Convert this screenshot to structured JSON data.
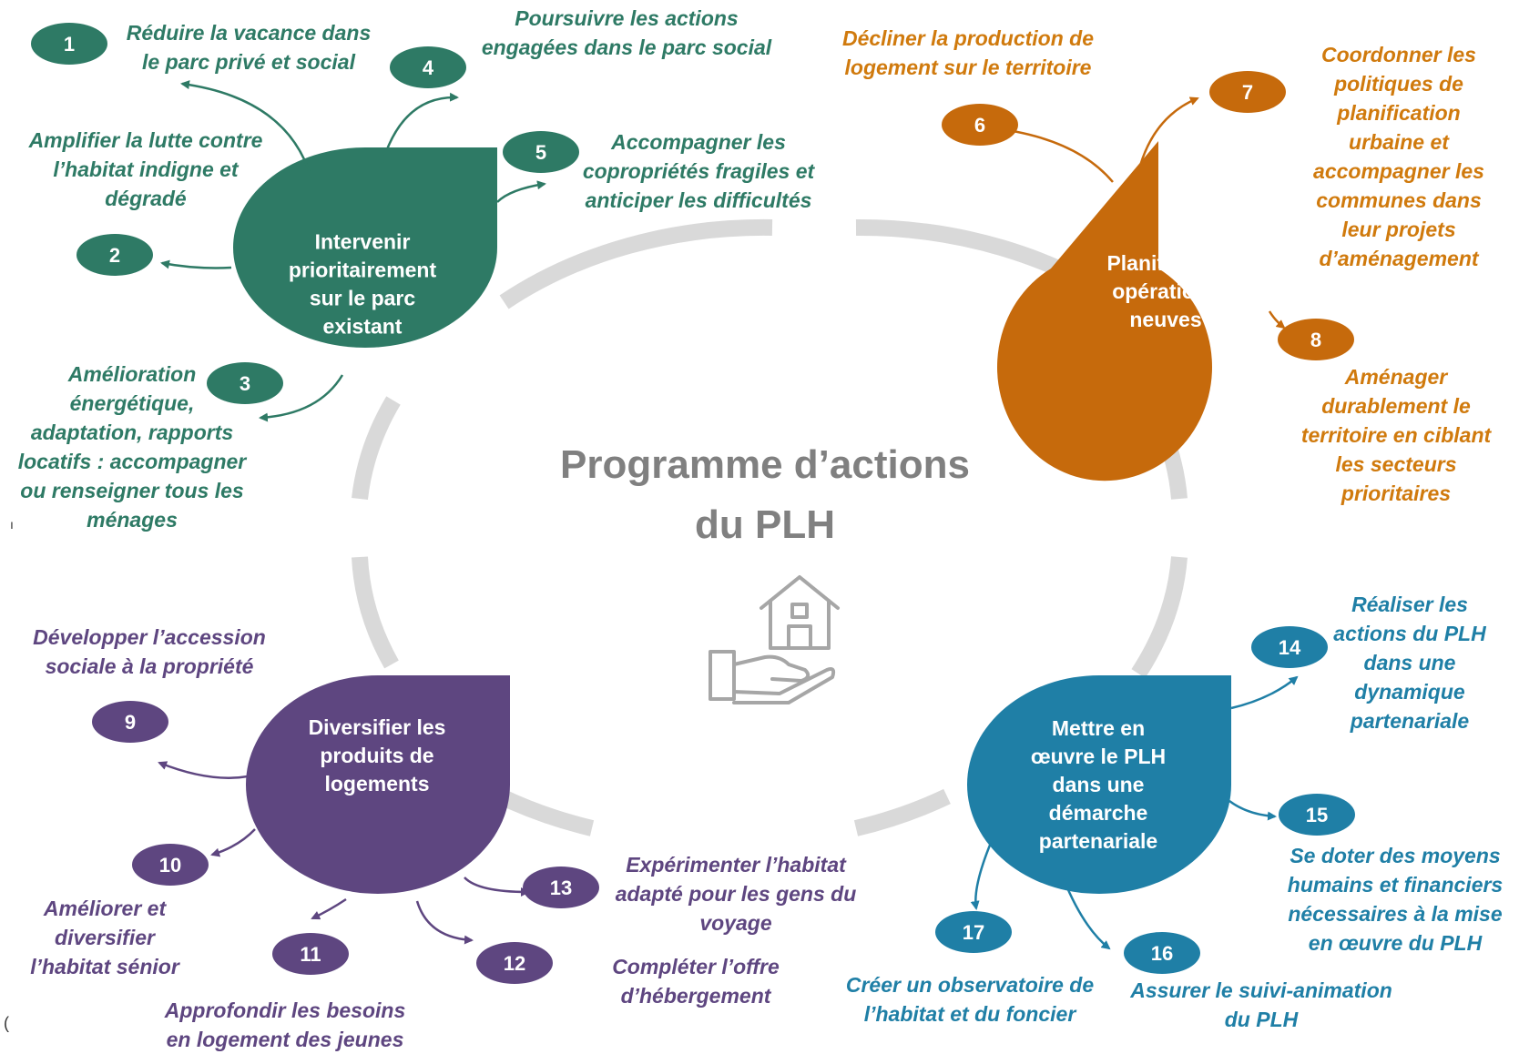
{
  "title": {
    "line1": "Programme d’actions",
    "line2": "du PLH"
  },
  "colors": {
    "green": "#2e7a65",
    "orange": "#c66a0c",
    "purple": "#5e4680",
    "blue": "#1f7fa6",
    "ring": "#d9d9d9",
    "title": "#808080"
  },
  "icon": "house-in-hand-icon",
  "themes": [
    {
      "id": "green",
      "color": "#2e7a65",
      "lines": [
        "Intervenir",
        "prioritairement",
        "sur le parc",
        "existant"
      ]
    },
    {
      "id": "orange",
      "color": "#c66a0c",
      "lines": [
        "Planifier les",
        "opérations",
        "neuves"
      ]
    },
    {
      "id": "purple",
      "color": "#5e4680",
      "lines": [
        "Diversifier les",
        "produits de",
        "logements"
      ]
    },
    {
      "id": "blue",
      "color": "#1f7fa6",
      "lines": [
        "Mettre en",
        "œuvre le PLH",
        "dans une",
        "démarche",
        "partenariale"
      ]
    }
  ],
  "actions": [
    {
      "num": "1",
      "text": [
        "Réduire la vacance dans",
        "le parc privé et social"
      ]
    },
    {
      "num": "2",
      "text": [
        "Amplifier la lutte contre",
        "l’habitat indigne et",
        "dégradé"
      ]
    },
    {
      "num": "3",
      "text": [
        "Amélioration",
        "énergétique,",
        "adaptation, rapports",
        "locatifs : accompagner",
        "ou renseigner tous les",
        "ménages"
      ]
    },
    {
      "num": "4",
      "text": [
        "Poursuivre les actions",
        "engagées dans le parc social"
      ]
    },
    {
      "num": "5",
      "text": [
        "Accompagner les",
        "copropriétés fragiles et",
        "anticiper les difficultés"
      ]
    },
    {
      "num": "6",
      "text": [
        "Décliner la production de",
        "logement sur le territoire"
      ]
    },
    {
      "num": "7",
      "text": [
        "Coordonner les",
        "politiques de",
        "planification",
        "urbaine et",
        "accompagner les",
        "communes dans",
        "leur projets",
        "d’aménagement"
      ]
    },
    {
      "num": "8",
      "text": [
        "Aménager",
        "durablement le",
        "territoire en ciblant",
        "les secteurs",
        "prioritaires"
      ]
    },
    {
      "num": "9",
      "text": [
        "Développer l’accession",
        "sociale à la propriété"
      ]
    },
    {
      "num": "10",
      "text": [
        "Améliorer et",
        "diversifier",
        "l’habitat sénior"
      ]
    },
    {
      "num": "11",
      "text": [
        "Approfondir les besoins",
        "en logement des jeunes"
      ]
    },
    {
      "num": "12",
      "text": [
        "Compléter l’offre",
        "d’hébergement"
      ]
    },
    {
      "num": "13",
      "text": [
        "Expérimenter l’habitat",
        "adapté pour les gens du",
        "voyage"
      ]
    },
    {
      "num": "14",
      "text": [
        "Réaliser les",
        "actions du PLH",
        "dans une",
        "dynamique",
        "partenariale"
      ]
    },
    {
      "num": "15",
      "text": [
        "Se doter des moyens",
        "humains et financiers",
        "nécessaires à la mise",
        "en œuvre du PLH"
      ]
    },
    {
      "num": "16",
      "text": [
        "Assurer le suivi-animation",
        "du PLH"
      ]
    },
    {
      "num": "17",
      "text": [
        "Créer un observatoire de",
        "l’habitat et du foncier"
      ]
    }
  ],
  "stray_marks": [
    "ı",
    "("
  ]
}
